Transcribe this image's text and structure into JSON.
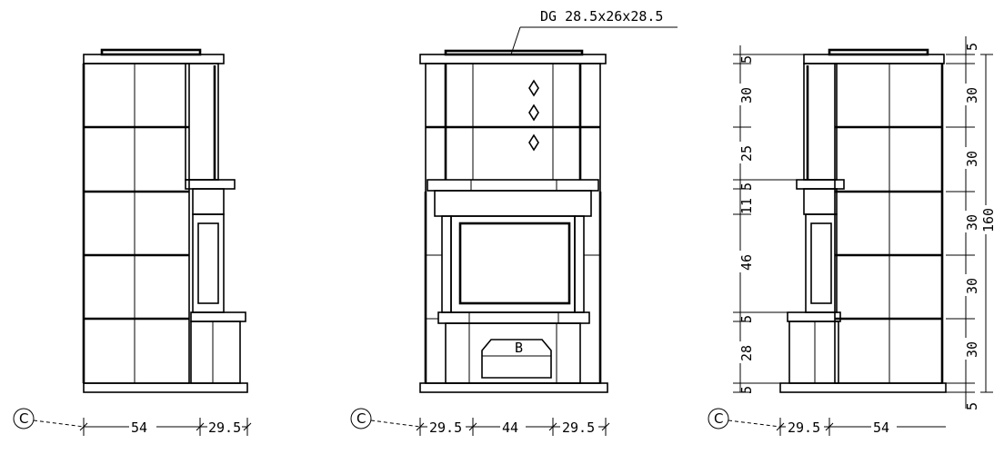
{
  "callout": {
    "text": "DG  28.5x26x28.5"
  },
  "section_marker": "C",
  "left_view": {
    "dims": [
      "54",
      "29.5"
    ]
  },
  "front_view": {
    "dims": [
      "29.5",
      "44",
      "29.5"
    ],
    "door_label": "B"
  },
  "right_view": {
    "dims_bottom": [
      "29.5",
      "54"
    ],
    "dims_left": [
      "5",
      "30",
      "25",
      "5",
      "11",
      "46",
      "5",
      "28",
      "5"
    ],
    "dims_right": [
      "5",
      "30",
      "30",
      "30",
      "30",
      "30",
      "5"
    ],
    "total_height": "160"
  }
}
